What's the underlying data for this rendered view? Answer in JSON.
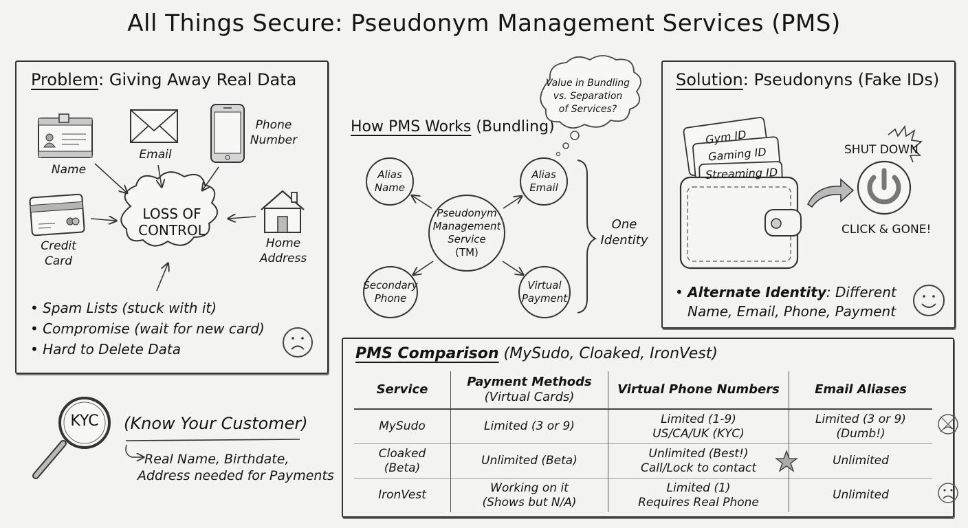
{
  "title": "All Things Secure: Pseudonym Management Services (PMS)",
  "problem": {
    "heading_underlined": "Problem",
    "heading_rest": ": Giving Away Real Data",
    "center_label_line1": "LOSS OF",
    "center_label_line2": "CONTROL",
    "items": [
      {
        "icon": "id-badge-icon",
        "label": "Name"
      },
      {
        "icon": "envelope-icon",
        "label": "Email"
      },
      {
        "icon": "phone-icon",
        "label_line1": "Phone",
        "label_line2": "Number"
      },
      {
        "icon": "credit-card-icon",
        "label_line1": "Credit",
        "label_line2": "Card"
      },
      {
        "icon": "house-icon",
        "label_line1": "Home",
        "label_line2": "Address"
      }
    ],
    "bullets": [
      "Spam Lists (stuck with it)",
      "Compromise (wait for new card)",
      "Hard to Delete Data"
    ],
    "mood_icon": "sad-face-icon"
  },
  "kyc": {
    "lens_text": "KYC",
    "heading": "(Know Your Customer)",
    "detail_line1": "Real Name, Birthdate,",
    "detail_line2": "Address needed for Payments"
  },
  "how": {
    "heading_underlined": "How PMS Works",
    "heading_rest": " (Bundling)",
    "thought_line1": "Value in Bundling",
    "thought_line2": "vs. Separation",
    "thought_line3": "of Services?",
    "center_line1": "Pseudonym",
    "center_line2": "Management",
    "center_line3": "Service",
    "center_line4": "(TM)",
    "nodes": [
      {
        "line1": "Alias",
        "line2": "Name"
      },
      {
        "line1": "Alias",
        "line2": "Email"
      },
      {
        "line1": "Secondary",
        "line2": "Phone"
      },
      {
        "line1": "Virtual",
        "line2": "Payment"
      }
    ],
    "brace_line1": "One",
    "brace_line2": "Identity"
  },
  "solution": {
    "heading_underlined": "Solution",
    "heading_rest": ": Pseudonyns (Fake IDs)",
    "cards": [
      "Gym ID",
      "Gaming ID",
      "Streaming ID"
    ],
    "shut_down": "SHUT DOWN",
    "click_gone": "CLICK & GONE!",
    "bullet_bold": "Alternate Identity",
    "bullet_rest1": ": Different",
    "bullet_rest2": "Name, Email, Phone, Payment",
    "mood_icon": "smile-face-icon"
  },
  "comparison": {
    "heading_underlined": "PMS Comparison",
    "heading_rest": " (MySudo, Cloaked, IronVest)",
    "columns": [
      {
        "line1": "Service",
        "line2": ""
      },
      {
        "line1": "Payment Methods",
        "line2": "(Virtual Cards)"
      },
      {
        "line1": "Virtual Phone Numbers",
        "line2": ""
      },
      {
        "line1": "Email Aliases",
        "line2": ""
      }
    ],
    "rows": [
      {
        "service": [
          "MySudo",
          ""
        ],
        "payment": [
          "Limited (3 or 9)",
          ""
        ],
        "phone": [
          "Limited (1-9)",
          "US/CA/UK (KYC)"
        ],
        "email": [
          "Limited (3 or 9)",
          "(Dumb!)"
        ],
        "mark": "angry-crossed-face-icon"
      },
      {
        "service": [
          "Cloaked",
          "(Beta)"
        ],
        "payment": [
          "Unlimited (Beta)",
          ""
        ],
        "phone": [
          "Unlimited (Best!)",
          "Call/Lock to contact"
        ],
        "email": [
          "Unlimited",
          ""
        ],
        "mark": "star-icon"
      },
      {
        "service": [
          "IronVest",
          ""
        ],
        "payment": [
          "Working on it",
          "(Shows but N/A)"
        ],
        "phone": [
          "Limited (1)",
          "Requires Real Phone"
        ],
        "email": [
          "Unlimited",
          ""
        ],
        "mark": "sad-face-icon"
      }
    ]
  }
}
